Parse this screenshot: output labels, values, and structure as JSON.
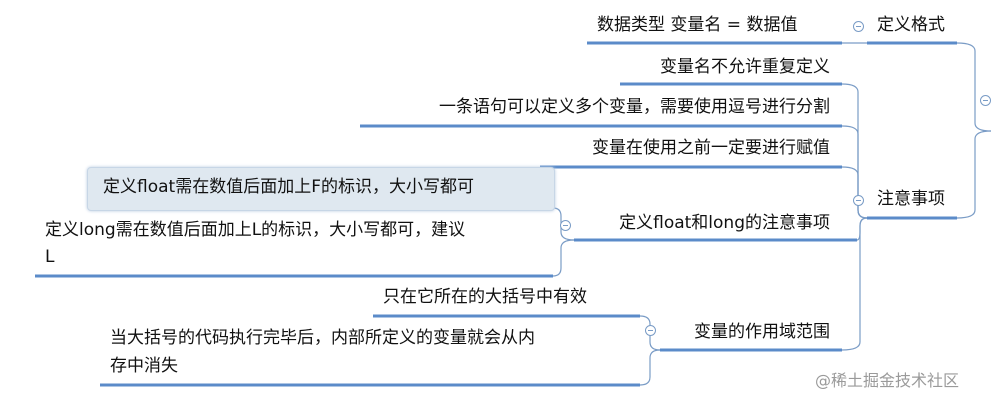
{
  "nodes": {
    "format": {
      "label": "定义格式",
      "child": "数据类型 变量名 = 数据值"
    },
    "notes": {
      "label": "注意事项",
      "children": [
        "变量名不允许重复定义",
        "一条语句可以定义多个变量，需要使用逗号进行分割",
        "变量在使用之前一定要进行赋值"
      ],
      "float_long": {
        "label": "定义float和long的注意事项",
        "children": [
          "定义float需在数值后面加上F的标识，大小写都可",
          "定义long需在数值后面加上L的标识，大小写都可，建议",
          "L"
        ]
      },
      "scope": {
        "label": "变量的作用域范围",
        "children": [
          "只在它所在的大括号中有效",
          "当大括号的代码执行完毕后，内部所定义的变量就会从内",
          "存中消失"
        ]
      }
    }
  },
  "watermark": "@稀土掘金技术社区",
  "colors": {
    "line": "#5b8bc9",
    "selected_bg": "#dfe8f0"
  }
}
